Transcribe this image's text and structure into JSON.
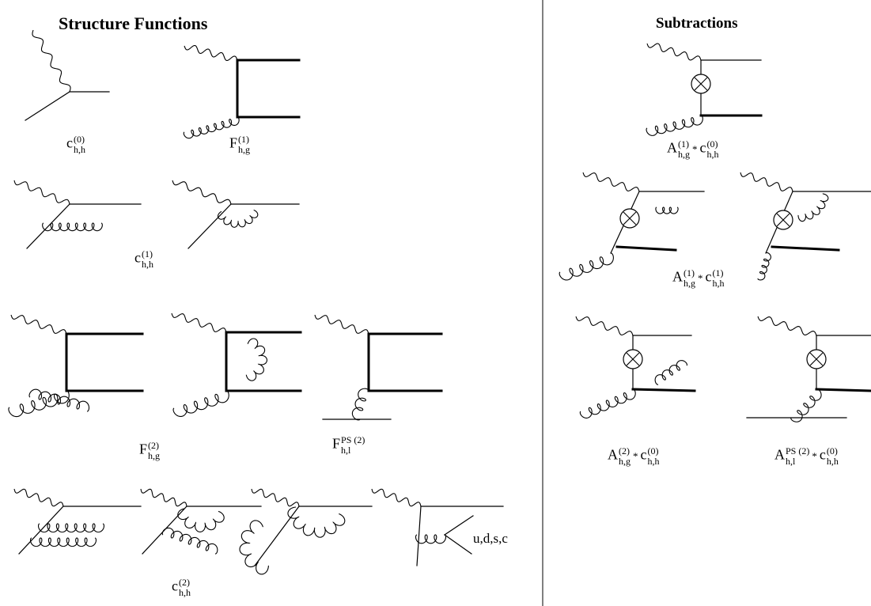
{
  "headings": {
    "structure_functions": "Structure Functions",
    "subtractions": "Subtractions"
  },
  "labels": {
    "c0": {
      "base": "c",
      "sup": "(0)",
      "sub": "h,h"
    },
    "F1": {
      "base": "F",
      "sup": "(1)",
      "sub": "h,g"
    },
    "c1": {
      "base": "c",
      "sup": "(1)",
      "sub": "h,h"
    },
    "F2": {
      "base": "F",
      "sup": "(2)",
      "sub": "h,g"
    },
    "FPS2": {
      "base": "F",
      "sup": "PS (2)",
      "sub": "h,l"
    },
    "c2": {
      "base": "c",
      "sup": "(2)",
      "sub": "h,h"
    },
    "A1c0": {
      "base": "A",
      "sup": "(1)",
      "sub": "h,g",
      "op": "*",
      "base2": "c",
      "sup2": "(0)",
      "sub2": "h,h"
    },
    "A1c1": {
      "base": "A",
      "sup": "(1)",
      "sub": "h,g",
      "op": "*",
      "base2": "c",
      "sup2": "(1)",
      "sub2": "h,h"
    },
    "A2c0": {
      "base": "A",
      "sup": "(2)",
      "sub": "h,g",
      "op": "*",
      "base2": "c",
      "sup2": "(0)",
      "sub2": "h,h"
    },
    "APS2c0": {
      "base": "A",
      "sup": "PS (2)",
      "sub": "h,l",
      "op": "*",
      "base2": "c",
      "sup2": "(0)",
      "sub2": "h,h"
    }
  },
  "flavors": "u,d,s,c"
}
